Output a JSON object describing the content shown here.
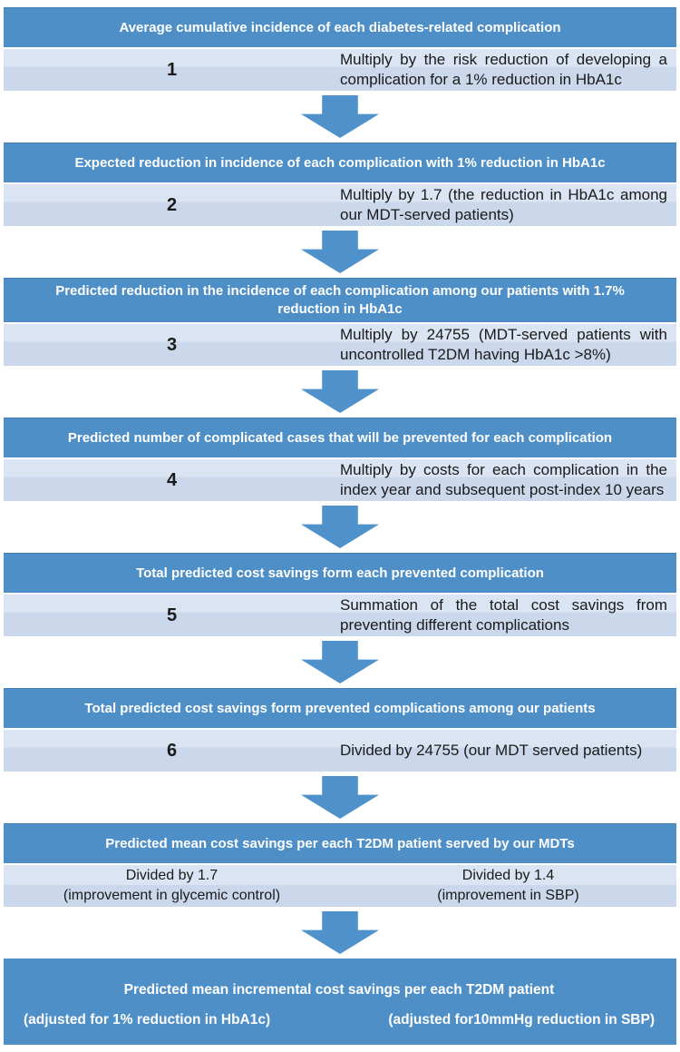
{
  "colors": {
    "header_blue": "#4e8fc7",
    "arrow_blue": "#4f91cb",
    "body_light_top": "#dbe4f2",
    "body_light_bottom": "#cbd8ec",
    "header_text": "#ffffff",
    "body_text": "#1a1a1a"
  },
  "steps": [
    {
      "header": "Average cumulative incidence of each diabetes-related complication",
      "number": "1",
      "description": "Multiply by the risk reduction of developing a complication for a 1% reduction in HbA1c"
    },
    {
      "header": "Expected reduction in incidence of each complication with 1% reduction in HbA1c",
      "number": "2",
      "description": "Multiply by 1.7 (the reduction in HbA1c among our MDT-served patients)"
    },
    {
      "header": "Predicted reduction in the incidence of each complication among our patients with 1.7% reduction in HbA1c",
      "number": "3",
      "description": "Multiply by 24755 (MDT-served patients with uncontrolled T2DM having HbA1c >8%)"
    },
    {
      "header": "Predicted number of complicated cases that will be prevented for each complication",
      "number": "4",
      "description": "Multiply by costs for each complication in the index year and subsequent post-index 10 years"
    },
    {
      "header": "Total predicted cost savings form each prevented complication",
      "number": "5",
      "description": "Summation of the total cost savings from preventing different complications"
    },
    {
      "header": "Total predicted cost savings form prevented complications among our patients",
      "number": "6",
      "description": "Divided by 24755 (our MDT served patients)"
    }
  ],
  "split_step": {
    "header": "Predicted mean cost savings per each T2DM patient served by our MDTs",
    "left_line1": "Divided by 1.7",
    "left_line2": "(improvement in glycemic control)",
    "right_line1": "Divided by 1.4",
    "right_line2": "(improvement in SBP)"
  },
  "final_box": {
    "title": "Predicted mean incremental cost savings per each T2DM patient",
    "left": "(adjusted for 1% reduction in HbA1c)",
    "right": "(adjusted for10mmHg reduction in SBP)"
  }
}
